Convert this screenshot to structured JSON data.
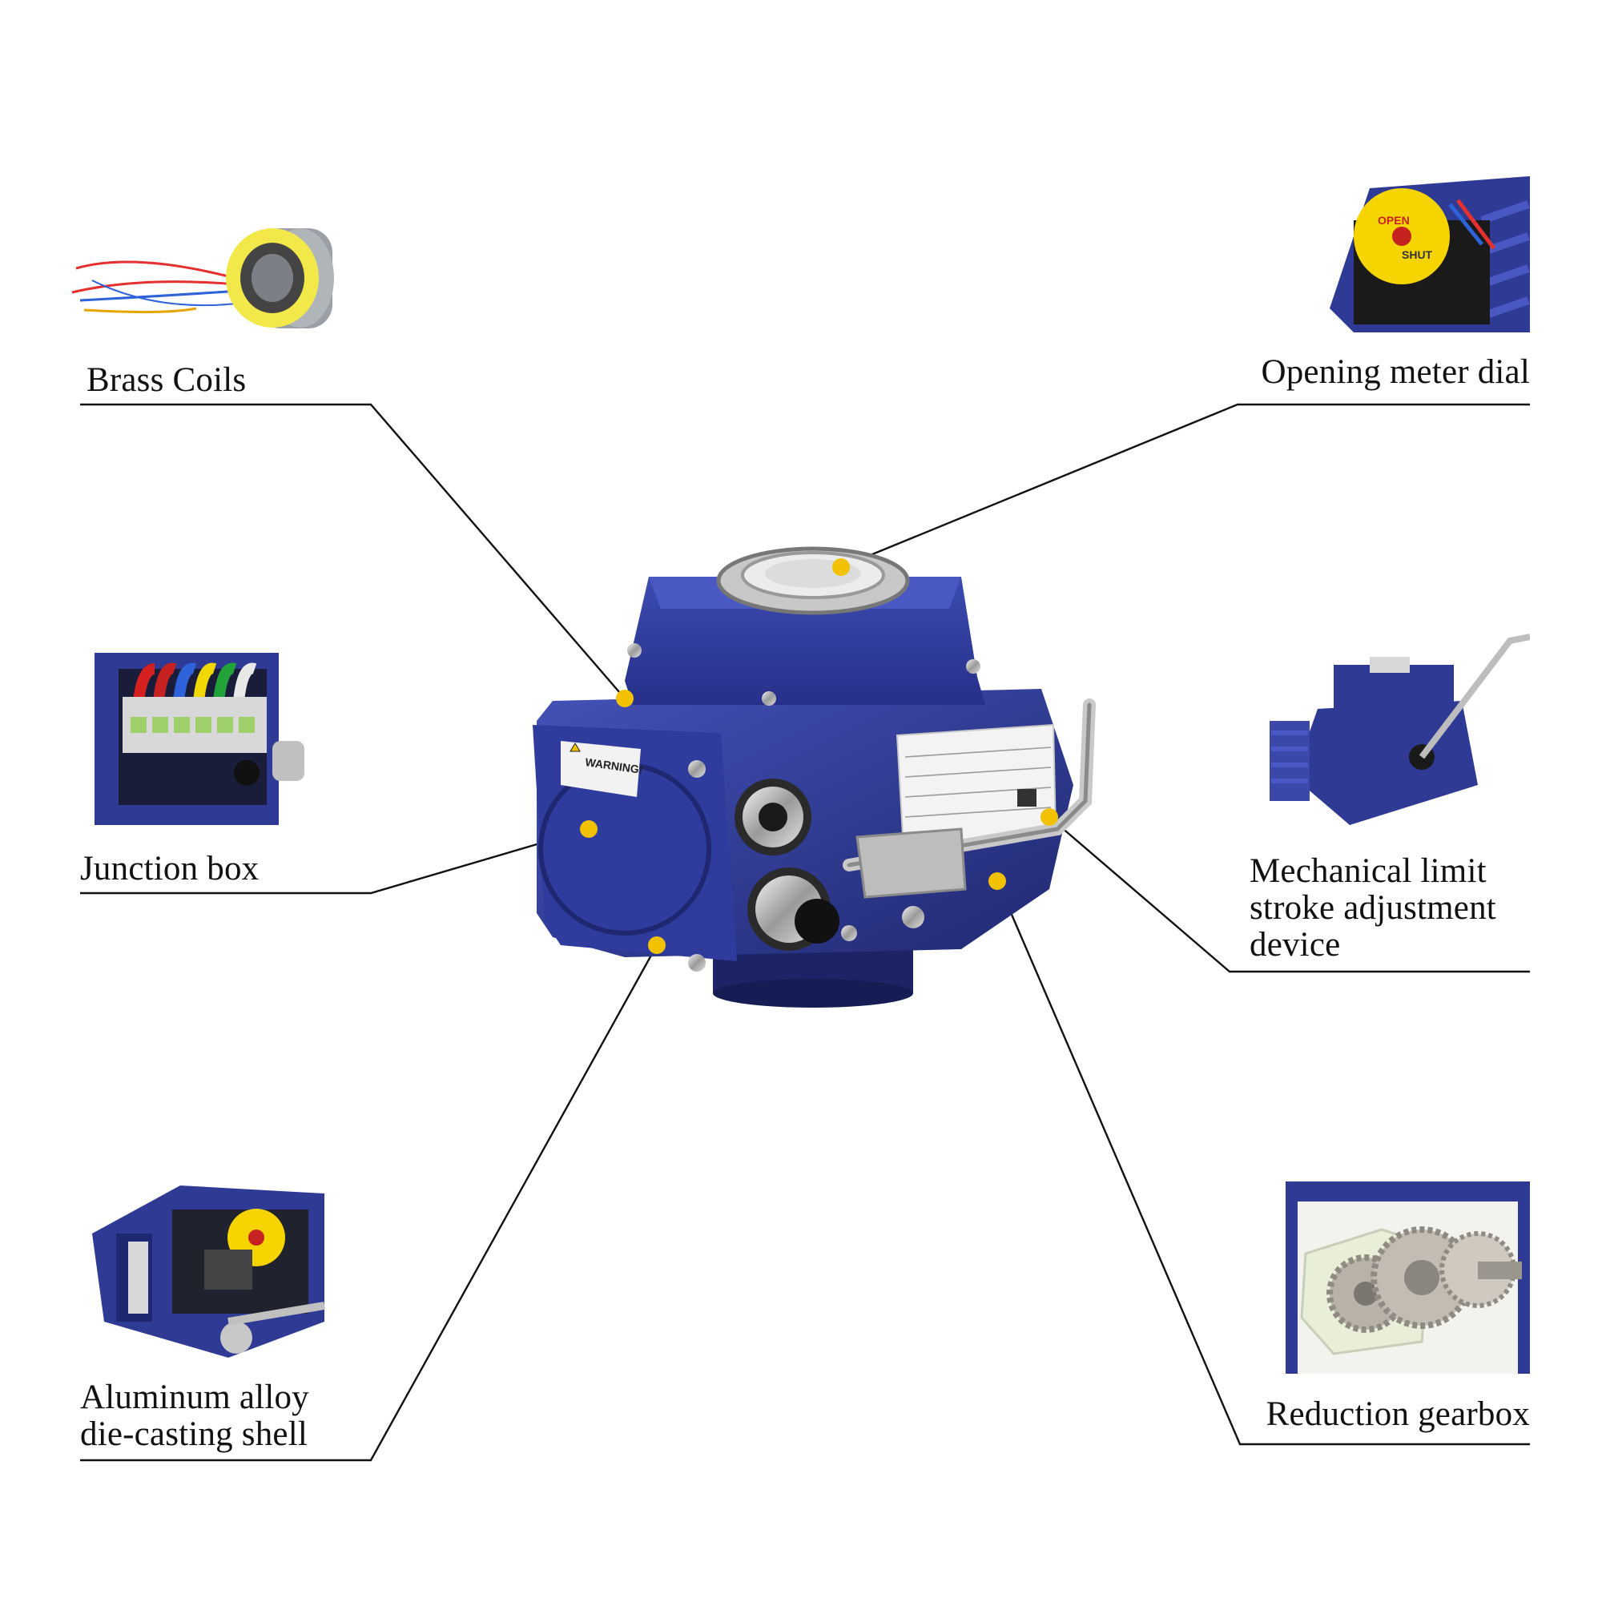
{
  "colors": {
    "actuator_blue": "#2e3a94",
    "actuator_dark": "#1c2466",
    "actuator_light": "#4a58c4",
    "callout_dot": "#f2c200",
    "leader_line": "#111111",
    "label_plate": "#f3f3f3",
    "brass_yellow": "#f0e040",
    "gear_metal": "#b8b2a8",
    "gear_plastic": "#e9eed9"
  },
  "callouts": [
    {
      "id": "brass-coils",
      "label": "Brass Coils",
      "icon": "stator-coil-thumbnail"
    },
    {
      "id": "opening-meter-dial",
      "label": "Opening meter dial",
      "icon": "indicator-dial-thumbnail"
    },
    {
      "id": "junction-box",
      "label": "Junction box",
      "icon": "terminal-block-thumbnail"
    },
    {
      "id": "mechanical-limit",
      "label": "Mechanical limit\nstroke adjustment\ndevice",
      "icon": "hand-crank-actuator-thumbnail"
    },
    {
      "id": "aluminum-shell",
      "label": "Aluminum alloy\ndie-casting shell",
      "icon": "open-housing-thumbnail"
    },
    {
      "id": "reduction-gearbox",
      "label": "Reduction gearbox",
      "icon": "gear-train-thumbnail"
    }
  ],
  "product": {
    "icon": "electric-actuator-photo"
  }
}
